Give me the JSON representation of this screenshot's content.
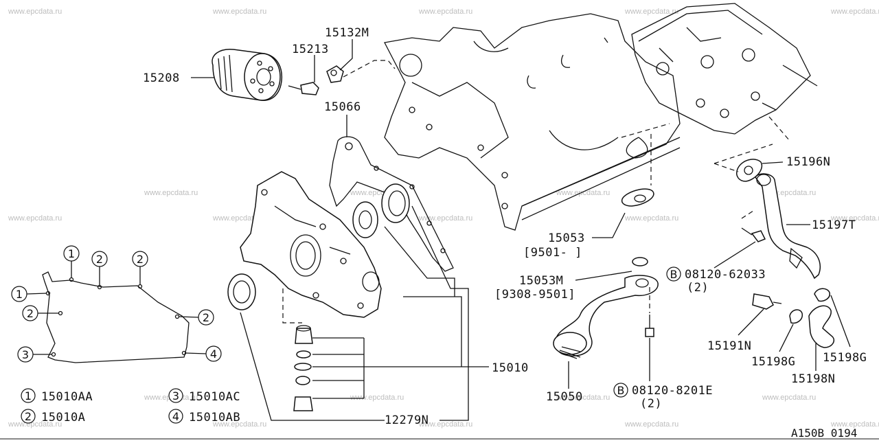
{
  "watermark": "www.epcdata.ru",
  "part_labels": {
    "p15132M": "15132M",
    "p15213": "15213",
    "p15208": "15208",
    "p15066": "15066",
    "p15196N": "15196N",
    "p15197T": "15197T",
    "p15053": "15053",
    "p15053_date": "[9501-       ]",
    "p15053M": "15053M",
    "p15053M_date": "[9308-9501]",
    "bolt_62033": "08120-62033",
    "bolt_62033_qty": "(2)",
    "p15010": "15010",
    "p15191N": "15191N",
    "p15198G_left": "15198G",
    "p15198G_right": "15198G",
    "p15198N": "15198N",
    "p15050": "15050",
    "bolt_8201E": "08120-8201E",
    "bolt_8201E_qty": "(2)",
    "p12279N": "12279N",
    "bolt_prefix": "B"
  },
  "gasket_callouts": {
    "n1": "1",
    "n2": "2",
    "n3": "3",
    "n4": "4"
  },
  "legend": [
    {
      "num": "1",
      "label": "15010AA"
    },
    {
      "num": "2",
      "label": "15010A"
    },
    {
      "num": "3",
      "label": "15010AC"
    },
    {
      "num": "4",
      "label": "15010AB"
    }
  ],
  "diagram_code": "A150B 0194"
}
